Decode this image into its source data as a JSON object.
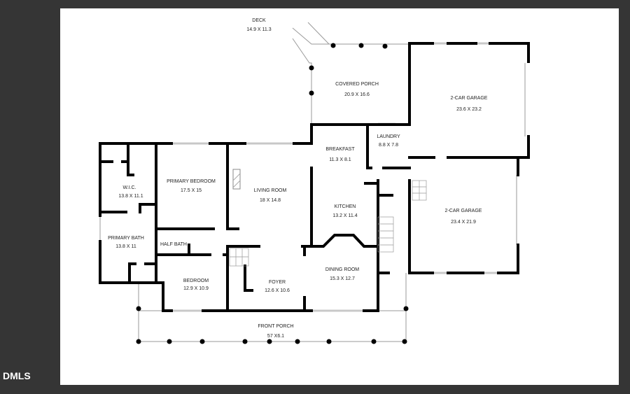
{
  "logo": "DMLS",
  "rooms": {
    "deck": {
      "name": "DECK",
      "size": "14.9 X 11.3"
    },
    "covered_porch": {
      "name": "COVERED PORCH",
      "size": "20.9 X 16.6"
    },
    "garage_upper": {
      "name": "2-CAR GARAGE",
      "size": "23.6 X 23.2"
    },
    "laundry": {
      "name": "LAUNDRY",
      "size": "8.8 X 7.8"
    },
    "breakfast": {
      "name": "BREAKFAST",
      "size": "11.3 X 8.1"
    },
    "wic": {
      "name": "W.I.C.",
      "size": "13.8 X 11.1"
    },
    "primary_bedroom": {
      "name": "PRIMARY BEDROOM",
      "size": "17.5 X 15"
    },
    "living_room": {
      "name": "LIVING ROOM",
      "size": "18 X 14.8"
    },
    "kitchen": {
      "name": "KITCHEN",
      "size": "13.2 X 11.4"
    },
    "garage_lower": {
      "name": "2-CAR GARAGE",
      "size": "23.4 X 21.9"
    },
    "primary_bath": {
      "name": "PRIMARY BATH",
      "size": "13.8 X 11"
    },
    "half_bath": {
      "name": "HALF BATH"
    },
    "bedroom": {
      "name": "BEDROOM",
      "size": "12.9 X 10.9"
    },
    "foyer": {
      "name": "FOYER",
      "size": "12.6 X 10.6"
    },
    "dining_room": {
      "name": "DINING ROOM",
      "size": "15.3 X 12.7"
    },
    "front_porch": {
      "name": "FRONT PORCH",
      "size": "57 X6.1"
    }
  }
}
